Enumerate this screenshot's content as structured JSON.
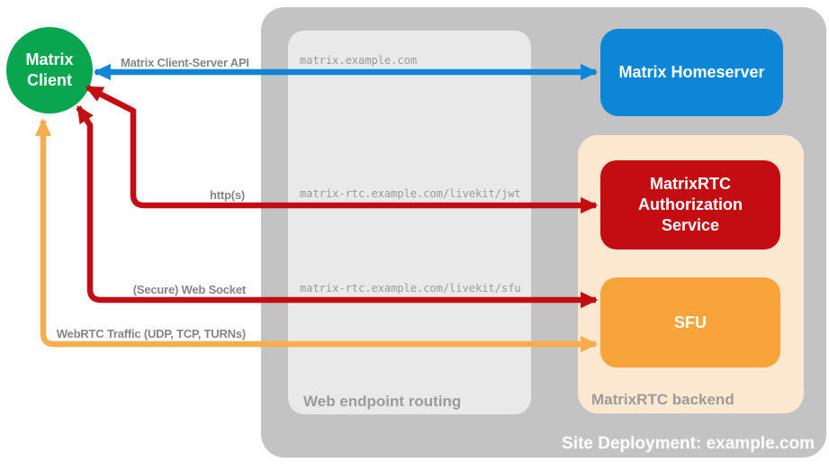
{
  "nodes": {
    "client": {
      "label": "Matrix Client",
      "color": "#0aa64f"
    },
    "homeserver": {
      "label": "Matrix Homeserver",
      "color": "#0d86d8"
    },
    "auth_service": {
      "label": "MatrixRTC Authorization Service",
      "color": "#c30d12"
    },
    "sfu": {
      "label": "SFU",
      "color": "#f9a43b"
    }
  },
  "panels": {
    "routing": {
      "title": "Web endpoint routing",
      "background": "#e9e9e9",
      "endpoints": [
        "matrix.example.com",
        "matrix-rtc.example.com/livekit/jwt",
        "matrix-rtc.example.com/livekit/sfu"
      ]
    },
    "backend": {
      "title": "MatrixRTC backend",
      "background": "#fce8d0"
    },
    "site": {
      "title": "Site Deployment: example.com",
      "background": "#c3c3c3"
    }
  },
  "arrows": [
    {
      "name": "matrix-client-server-api",
      "label": "Matrix Client-Server API",
      "color": "#0d86d8",
      "direction": "bidirectional"
    },
    {
      "name": "https",
      "label": "http(s)",
      "color": "#c30d12",
      "direction": "bidirectional"
    },
    {
      "name": "secure-web-socket",
      "label": "(Secure) Web Socket",
      "color": "#c30d12",
      "direction": "bidirectional"
    },
    {
      "name": "webrtc-traffic",
      "label": "WebRTC Traffic (UDP, TCP, TURNs)",
      "color": "#f7ac4d",
      "direction": "bidirectional"
    }
  ]
}
